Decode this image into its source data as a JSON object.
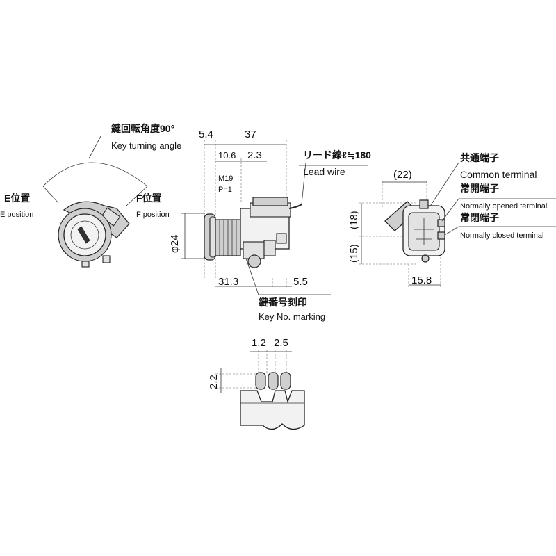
{
  "labels": {
    "key_rotation_jp": "鍵回転角度90°",
    "key_rotation_en": "Key turning angle",
    "e_position_jp": "E位置",
    "e_position_en": "E position",
    "f_position_jp": "F位置",
    "f_position_en": "F position",
    "lead_wire_jp": "リード線ℓ≒180",
    "lead_wire_en": "Lead wire",
    "key_no_jp": "鍵番号刻印",
    "key_no_en": "Key No. marking",
    "common_jp": "共通端子",
    "common_en": "Common terminal",
    "no_jp": "常開端子",
    "no_en": "Normally opened terminal",
    "nc_jp": "常閉端子",
    "nc_en": "Normally closed terminal",
    "thread_1": "M19",
    "thread_2": "P=1"
  },
  "dimensions": {
    "d_5_4": "5.4",
    "d_37": "37",
    "d_10_6": "10.6",
    "d_2_3": "2.3",
    "d_phi24": "φ24",
    "d_31_3": "31.3",
    "d_5_5": "5.5",
    "d_22": "(22)",
    "d_18": "(18)",
    "d_15": "(15)",
    "d_15_8": "15.8",
    "d_1_2": "1.2",
    "d_2_5": "2.5",
    "d_2_2": "2.2"
  }
}
